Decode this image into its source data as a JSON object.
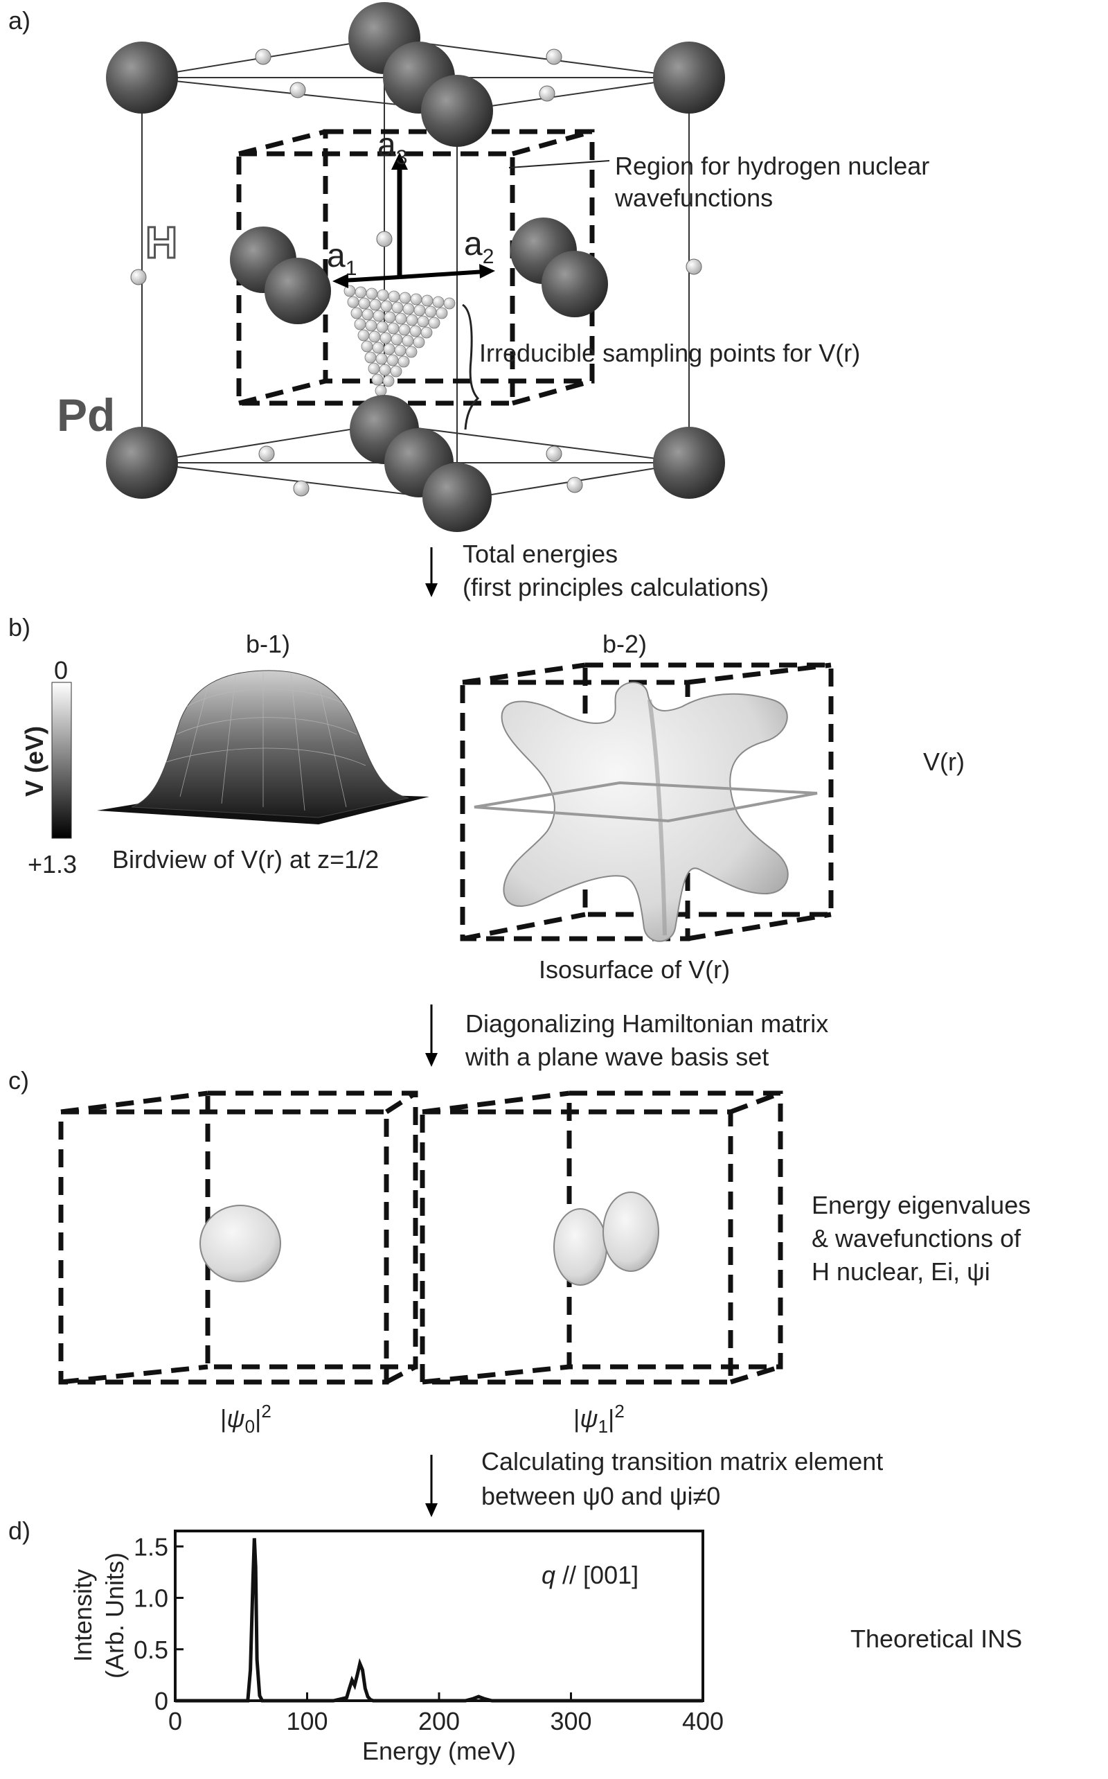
{
  "panel_a": {
    "label": "a)",
    "lattice_vector_1": "a",
    "lattice_vector_1_sub": "1",
    "lattice_vector_2": "a",
    "lattice_vector_2_sub": "2",
    "lattice_vector_3": "a",
    "lattice_vector_3_sub": "3",
    "hydrogen_label": "H",
    "pd_label": "Pd",
    "region_label_line1": "Region for hydrogen nuclear",
    "region_label_line2": "wavefunctions",
    "sampling_label": "Irreducible sampling points for V(r)"
  },
  "step_1": {
    "line1": "Total energies",
    "line2": "(first principles calculations)"
  },
  "panel_b": {
    "label": "b)",
    "sub1": "b-1)",
    "sub2": "b-2)",
    "colorbar_top": "0",
    "colorbar_bottom": "+1.3",
    "colorbar_axis": "V (eV)",
    "birdview_caption": "Birdview of V(r) at z=1/2",
    "iso_caption": "Isosurface of V(r)",
    "right_label": "V(r)"
  },
  "step_2": {
    "line1": "Diagonalizing Hamiltonian matrix",
    "line2": "with a plane wave basis set"
  },
  "panel_c": {
    "label": "c)",
    "psi0_caption": "|ψ0|2",
    "psi1_caption": "|ψ1|2",
    "right_line1": "Energy eigenvalues",
    "right_line2": "& wavefunctions of",
    "right_line3": "H nuclear, Ei, ψi"
  },
  "step_3": {
    "line1": "Calculating transition matrix element",
    "line2": "between ψ0 and ψi≠0"
  },
  "panel_d": {
    "label": "d)",
    "right_label": "Theoretical INS"
  },
  "chart_data": {
    "type": "line",
    "xlabel": "Energy (meV)",
    "ylabel_line1": "Intensity",
    "ylabel_line2": "(Arb. Units)",
    "annotation": "q // [001]",
    "xlim": [
      0,
      400
    ],
    "ylim": [
      0,
      1.65
    ],
    "xticks": [
      0,
      100,
      200,
      300,
      400
    ],
    "yticks": [
      0,
      0.5,
      1.0,
      1.5
    ],
    "ytick_labels": [
      "0",
      "0.5",
      "1.0",
      "1.5"
    ],
    "x": [
      0,
      50,
      55,
      57,
      59,
      60,
      61,
      62,
      64,
      66,
      70,
      120,
      130,
      132,
      134,
      136,
      138,
      140,
      142,
      144,
      146,
      148,
      150,
      160,
      220,
      226,
      230,
      234,
      240,
      260,
      400
    ],
    "y": [
      0,
      0,
      0,
      0.3,
      1.2,
      1.58,
      1.3,
      0.4,
      0.05,
      0,
      0,
      0,
      0.03,
      0.12,
      0.2,
      0.15,
      0.25,
      0.36,
      0.3,
      0.12,
      0.04,
      0.01,
      0,
      0,
      0,
      0.02,
      0.04,
      0.02,
      0,
      0,
      0
    ]
  }
}
